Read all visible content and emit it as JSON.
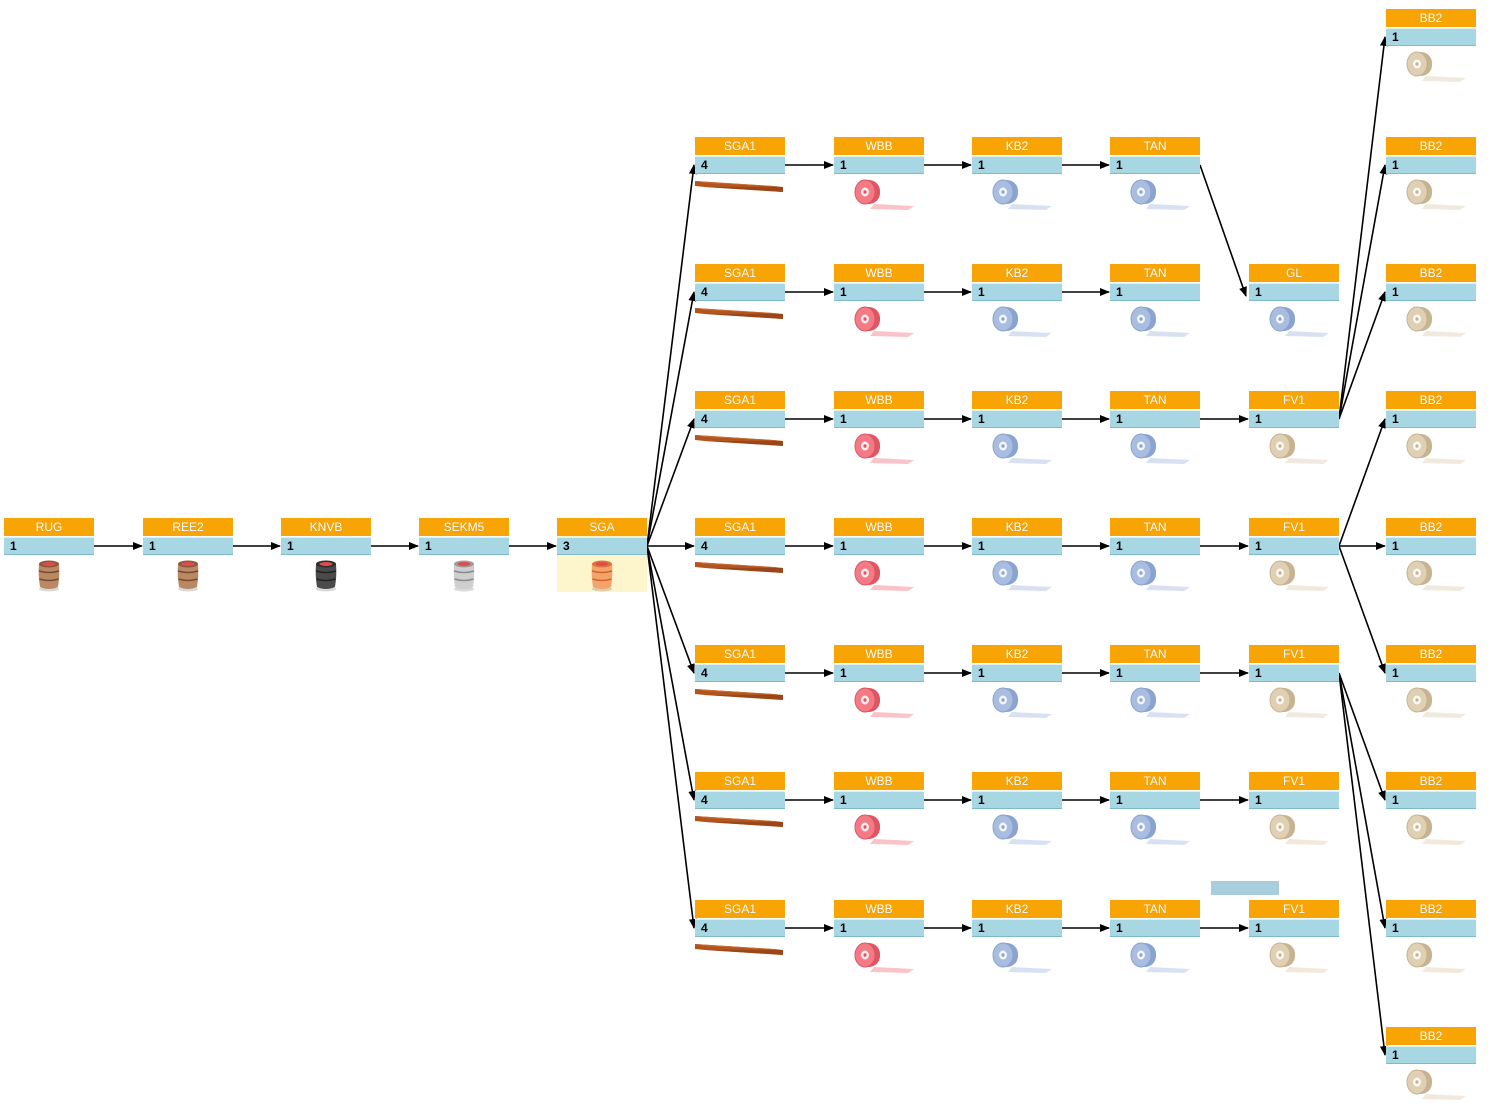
{
  "chain": [
    {
      "id": "rug",
      "label": "RUG",
      "qty": "1",
      "icon": "barrel-brown-icon"
    },
    {
      "id": "ree2",
      "label": "REE2",
      "qty": "1",
      "icon": "barrel-brown-icon"
    },
    {
      "id": "knvb",
      "label": "KNVB",
      "qty": "1",
      "icon": "barrel-black-icon"
    },
    {
      "id": "sekm5",
      "label": "SEKM5",
      "qty": "1",
      "icon": "barrel-grey-icon"
    },
    {
      "id": "sga",
      "label": "SGA",
      "qty": "3",
      "icon": "barrel-orange-icon",
      "selected": true
    }
  ],
  "rows": [
    {
      "sga1": {
        "label": "SGA1",
        "qty": "4"
      },
      "wbb": {
        "label": "WBB",
        "qty": "1"
      },
      "kb2": {
        "label": "KB2",
        "qty": "1"
      },
      "tan": {
        "label": "TAN",
        "qty": "1"
      }
    },
    {
      "sga1": {
        "label": "SGA1",
        "qty": "4"
      },
      "wbb": {
        "label": "WBB",
        "qty": "1"
      },
      "kb2": {
        "label": "KB2",
        "qty": "1"
      },
      "tan": {
        "label": "TAN",
        "qty": "1"
      }
    },
    {
      "sga1": {
        "label": "SGA1",
        "qty": "4"
      },
      "wbb": {
        "label": "WBB",
        "qty": "1"
      },
      "kb2": {
        "label": "KB2",
        "qty": "1"
      },
      "tan": {
        "label": "TAN",
        "qty": "1"
      }
    },
    {
      "sga1": {
        "label": "SGA1",
        "qty": "4"
      },
      "wbb": {
        "label": "WBB",
        "qty": "1"
      },
      "kb2": {
        "label": "KB2",
        "qty": "1"
      },
      "tan": {
        "label": "TAN",
        "qty": "1"
      }
    },
    {
      "sga1": {
        "label": "SGA1",
        "qty": "4"
      },
      "wbb": {
        "label": "WBB",
        "qty": "1"
      },
      "kb2": {
        "label": "KB2",
        "qty": "1"
      },
      "tan": {
        "label": "TAN",
        "qty": "1"
      }
    },
    {
      "sga1": {
        "label": "SGA1",
        "qty": "4"
      },
      "wbb": {
        "label": "WBB",
        "qty": "1"
      },
      "kb2": {
        "label": "KB2",
        "qty": "1"
      },
      "tan": {
        "label": "TAN",
        "qty": "1"
      }
    },
    {
      "sga1": {
        "label": "SGA1",
        "qty": "4"
      },
      "wbb": {
        "label": "WBB",
        "qty": "1"
      },
      "kb2": {
        "label": "KB2",
        "qty": "1"
      },
      "tan": {
        "label": "TAN",
        "qty": "1"
      }
    }
  ],
  "stage5": [
    {
      "label": "GL",
      "qty": "1",
      "icon": "roll-blue-icon"
    },
    {
      "label": "FV1",
      "qty": "1",
      "icon": "roll-beige-icon"
    },
    {
      "label": "FV1",
      "qty": "1",
      "icon": "roll-beige-icon"
    },
    {
      "label": "FV1",
      "qty": "1",
      "icon": "roll-beige-icon"
    },
    {
      "label": "FV1",
      "qty": "1",
      "icon": "roll-beige-icon"
    },
    {
      "label": "FV1",
      "qty": "1",
      "icon": "roll-beige-icon"
    }
  ],
  "bb2": [
    {
      "label": "BB2",
      "qty": "1"
    },
    {
      "label": "BB2",
      "qty": "1"
    },
    {
      "label": "BB2",
      "qty": "1"
    },
    {
      "label": "BB2",
      "qty": "1"
    },
    {
      "label": "BB2",
      "qty": "1"
    },
    {
      "label": "BB2",
      "qty": "1"
    },
    {
      "label": "BB2",
      "qty": "1"
    },
    {
      "label": "BB2",
      "qty": "1"
    },
    {
      "label": "BB2",
      "qty": "1"
    }
  ],
  "colors": {
    "header": "#f7a404",
    "qty_bar": "#a8d7e4",
    "edge": "#000000",
    "selection": "#fdf6cc",
    "roll_red": "#f47b86",
    "roll_blue": "#9fb6dc",
    "roll_beige": "#d8c6a6",
    "plank": "#b2541d"
  }
}
